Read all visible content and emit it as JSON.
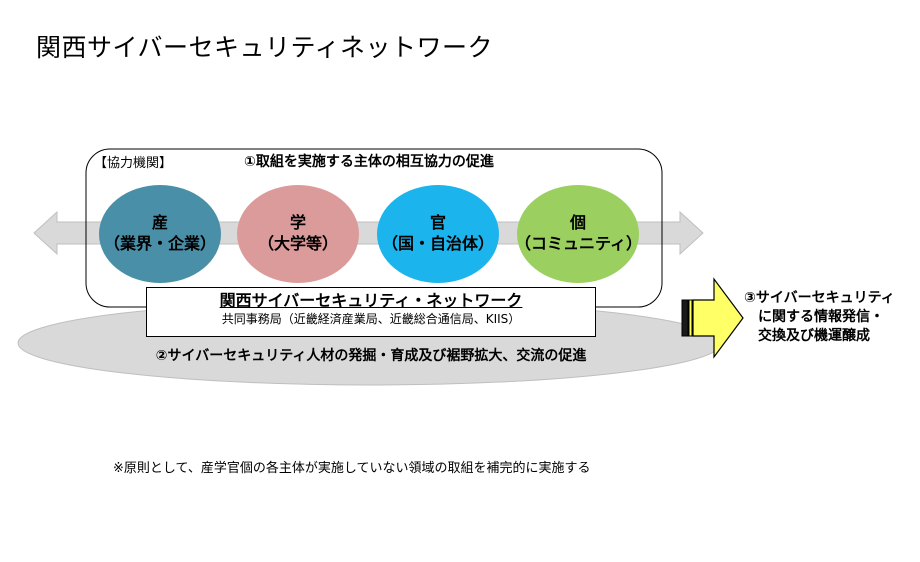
{
  "title": "関西サイバーセキュリティネットワーク",
  "cooperation_box": {
    "label": "【協力機関】",
    "heading": "①取組を実施する主体の相互協力の促進",
    "entities": [
      {
        "main": "産",
        "sub": "（業界・企業）",
        "color": "#4a8fa8"
      },
      {
        "main": "学",
        "sub": "（大学等）",
        "color": "#dc9b9b"
      },
      {
        "main": "官",
        "sub": "（国・自治体）",
        "color": "#1cb4ec"
      },
      {
        "main": "個",
        "sub": "（コミュニティ）",
        "color": "#9bd060"
      }
    ]
  },
  "network_box": {
    "name": "関西サイバーセキュリティ・ネットワーク",
    "office": "共同事務局（近畿経済産業局、近畿総合通信局、KIIS）"
  },
  "ellipse": {
    "heading": "②サイバーセキュリティ人材の発掘・育成及び裾野拡大、交流の促進"
  },
  "outcome": {
    "lines": [
      "③サイバーセキュリティ",
      "に関する情報発信・",
      "交換及び機運醸成"
    ],
    "arrow_color": "#ffff66"
  },
  "footnote": "※原則として、産学官個の各主体が実施していない領域の取組を補完的に実施する"
}
